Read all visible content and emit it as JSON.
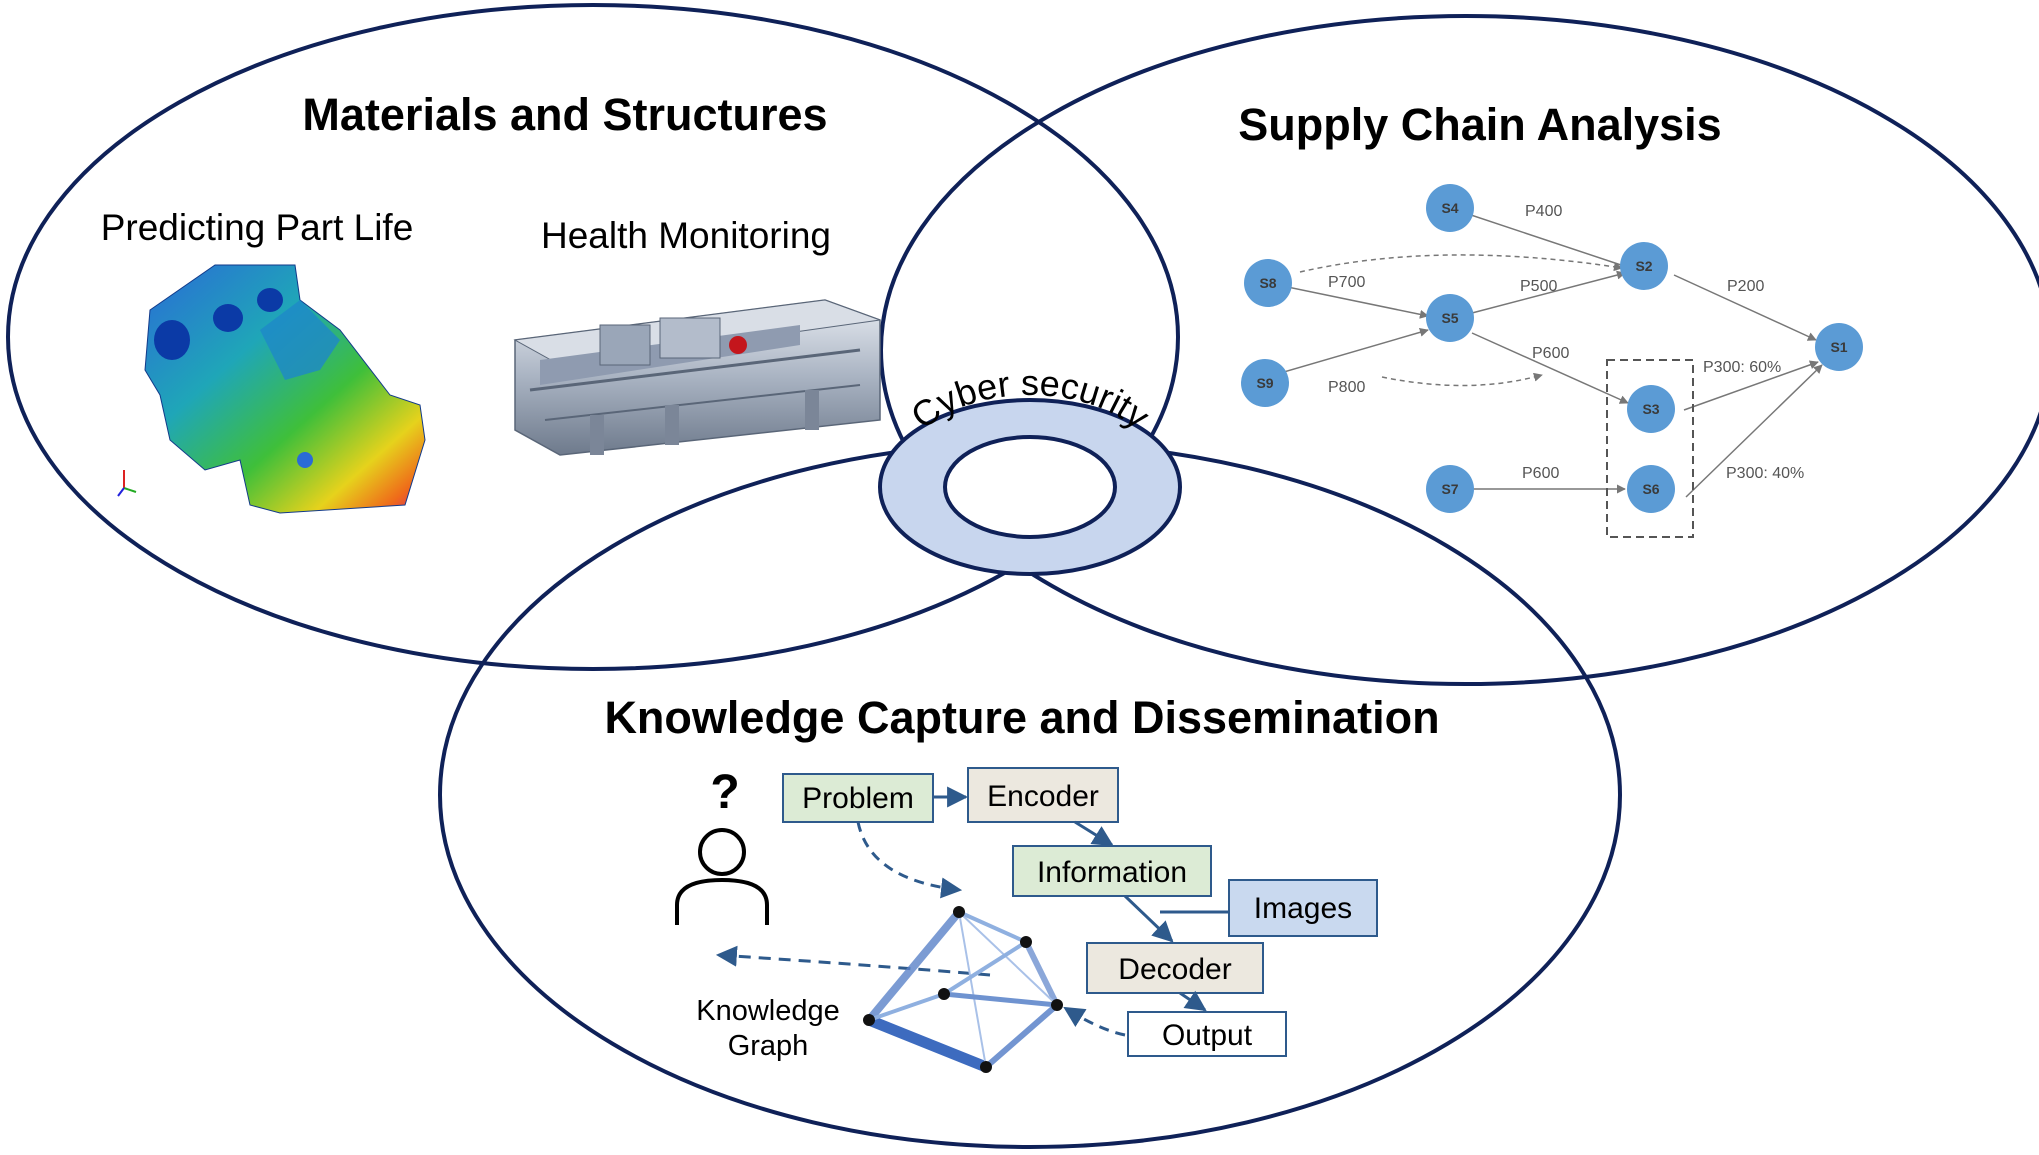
{
  "sections": {
    "materials": {
      "title": "Materials and Structures",
      "predicting": "Predicting Part Life",
      "health": "Health Monitoring"
    },
    "supply": {
      "title": "Supply Chain Analysis",
      "nodes": [
        "S1",
        "S2",
        "S3",
        "S4",
        "S5",
        "S6",
        "S7",
        "S8",
        "S9"
      ],
      "edges": {
        "p400": "P400",
        "p700": "P700",
        "p500": "P500",
        "p200": "P200",
        "p600a": "P600",
        "p800": "P800",
        "p300_60": "P300: 60%",
        "p600b": "P600",
        "p300_40": "P300: 40%"
      }
    },
    "knowledge": {
      "title": "Knowledge Capture and Dissemination",
      "question": "?",
      "boxes": {
        "problem": "Problem",
        "encoder": "Encoder",
        "information": "Information",
        "images": "Images",
        "decoder": "Decoder",
        "output": "Output"
      },
      "kg_line1": "Knowledge",
      "kg_line2": "Graph"
    },
    "center": {
      "label": "Cyber security"
    }
  },
  "colors": {
    "ellipse_stroke": "#0f2158",
    "ring_fill": "#c8d6ee",
    "node_fill": "#5b9bd5",
    "green_box": "#dcebd5",
    "beige_box": "#ece8df",
    "blue_box": "#c9d9ef",
    "arrow": "#2e5a8c",
    "kg_edge": "#5b83c9"
  }
}
